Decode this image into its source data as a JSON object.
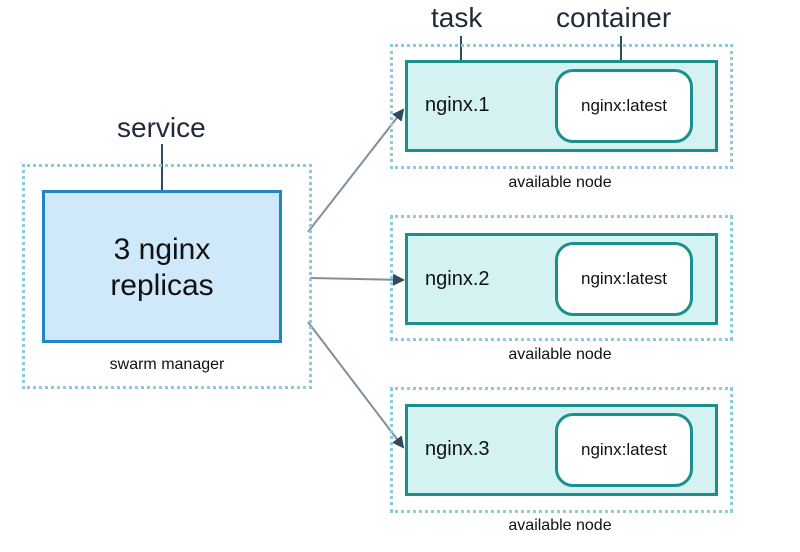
{
  "labels": {
    "task": "task",
    "container": "container",
    "service": "service"
  },
  "manager": {
    "replicas_line1": "3 nginx",
    "replicas_line2": "replicas",
    "caption": "swarm manager"
  },
  "nodes": [
    {
      "task": "nginx.1",
      "container": "nginx:latest",
      "caption": "available node"
    },
    {
      "task": "nginx.2",
      "container": "nginx:latest",
      "caption": "available node"
    },
    {
      "task": "nginx.3",
      "container": "nginx:latest",
      "caption": "available node"
    }
  ],
  "colors": {
    "dotted_border": "#8ecbd9",
    "service_fill": "#cfe9fb",
    "service_border": "#1f86c7",
    "task_fill": "#d4f2f2",
    "task_border": "#1a8f8c",
    "arrow": "#4f6b7d"
  }
}
